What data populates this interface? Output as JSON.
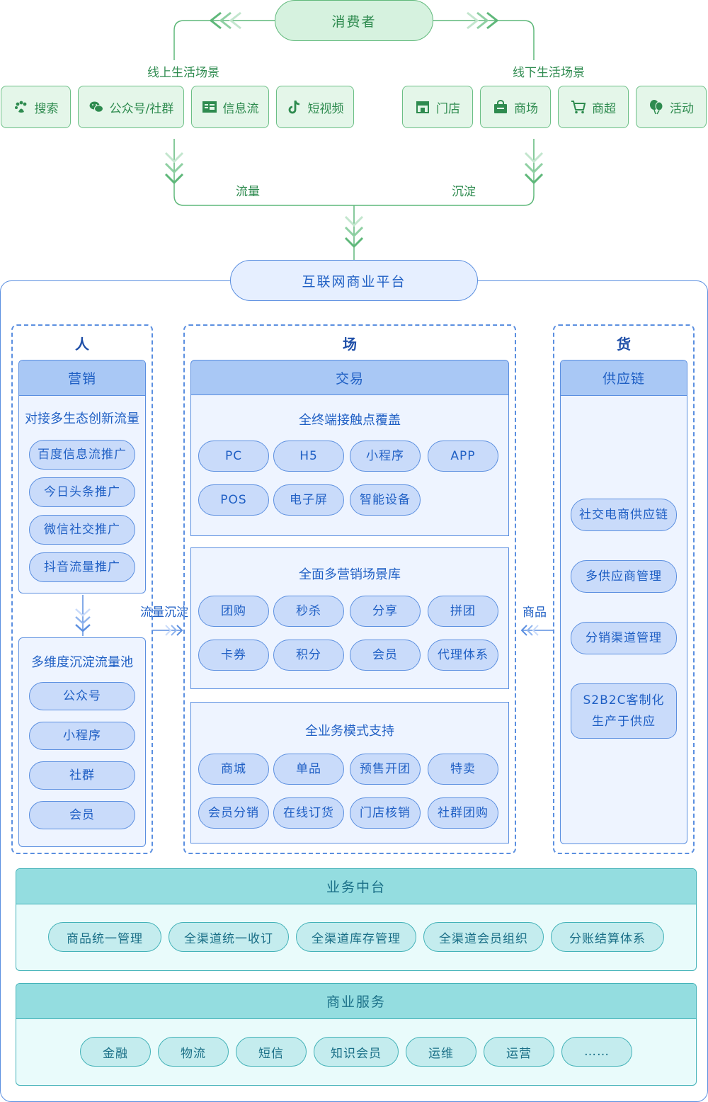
{
  "consumer": "消费者",
  "online": {
    "label": "线上生活场景",
    "items": [
      {
        "label": "搜索",
        "icon": "paw-icon"
      },
      {
        "label": "公众号/社群",
        "icon": "wechat-icon"
      },
      {
        "label": "信息流",
        "icon": "toutiao-icon"
      },
      {
        "label": "短视频",
        "icon": "douyin-icon"
      }
    ]
  },
  "offline": {
    "label": "线下生活场景",
    "items": [
      {
        "label": "门店",
        "icon": "store-icon"
      },
      {
        "label": "商场",
        "icon": "shopping-bag-icon"
      },
      {
        "label": "商超",
        "icon": "cart-icon"
      },
      {
        "label": "活动",
        "icon": "balloon-icon"
      }
    ]
  },
  "flow": {
    "left": "流量",
    "right": "沉淀"
  },
  "platform": {
    "title": "互联网商业平台"
  },
  "people": {
    "title": "人",
    "marketing": {
      "head": "营销",
      "subtitle": "对接多生态创新流量",
      "items": [
        "百度信息流推广",
        "今日头条推广",
        "微信社交推广",
        "抖音流量推广"
      ]
    },
    "pool": {
      "subtitle": "多维度沉淀流量池",
      "items": [
        "公众号",
        "小程序",
        "社群",
        "会员"
      ]
    },
    "arrow_label": "流量沉淀"
  },
  "place": {
    "title": "场",
    "head": "交易",
    "sections": [
      {
        "title": "全终端接触点覆盖",
        "rows": [
          [
            "PC",
            "H5",
            "小程序",
            "APP"
          ],
          [
            "POS",
            "电子屏",
            "智能设备"
          ]
        ]
      },
      {
        "title": "全面多营销场景库",
        "rows": [
          [
            "团购",
            "秒杀",
            "分享",
            "拼团"
          ],
          [
            "卡券",
            "积分",
            "会员",
            "代理体系"
          ]
        ]
      },
      {
        "title": "全业务模式支持",
        "rows": [
          [
            "商城",
            "单品",
            "预售开团",
            "特卖"
          ],
          [
            "会员分销",
            "在线订货",
            "门店核销",
            "社群团购"
          ]
        ]
      }
    ]
  },
  "goods": {
    "title": "货",
    "head": "供应链",
    "arrow_label": "商品",
    "items": [
      "社交电商供应链",
      "多供应商管理",
      "分销渠道管理",
      "S2B2C客制化生产于供应"
    ]
  },
  "business_center": {
    "head": "业务中台",
    "items": [
      "商品统一管理",
      "全渠道统一收订",
      "全渠道库存管理",
      "全渠道会员组织",
      "分账结算体系"
    ]
  },
  "commercial_services": {
    "head": "商业服务",
    "items": [
      "金融",
      "物流",
      "短信",
      "知识会员",
      "运维",
      "运营",
      "……"
    ]
  },
  "colors": {
    "green": "#5fb87a",
    "blue": "#5b8fe0",
    "teal": "#43b2b8"
  }
}
